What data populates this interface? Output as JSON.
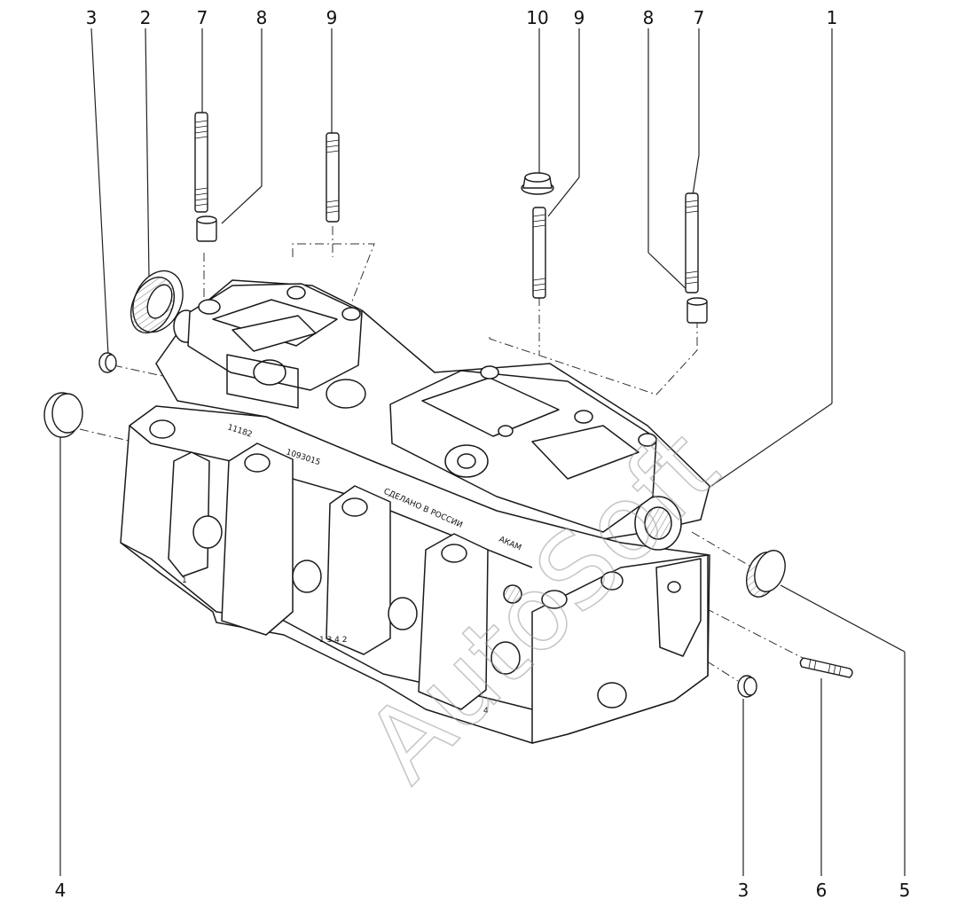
{
  "callouts": {
    "top": [
      "3",
      "2",
      "7",
      "8",
      "9",
      "10",
      "9",
      "8",
      "7",
      "1"
    ],
    "bottom": [
      "4",
      "3",
      "6",
      "5"
    ]
  },
  "casting_marks": {
    "code_1": "11182",
    "code_2": "1093015",
    "origin": "СДЕЛАНО В РОССИИ",
    "maker": "АКАМ",
    "cyl_left": "1",
    "cyl_right": "4",
    "cyl_order": "1 3 4 2"
  },
  "watermark": "AutoSoft",
  "colors": {
    "line": "#1a1a1a",
    "leader": "#222222",
    "bg": "#ffffff"
  }
}
